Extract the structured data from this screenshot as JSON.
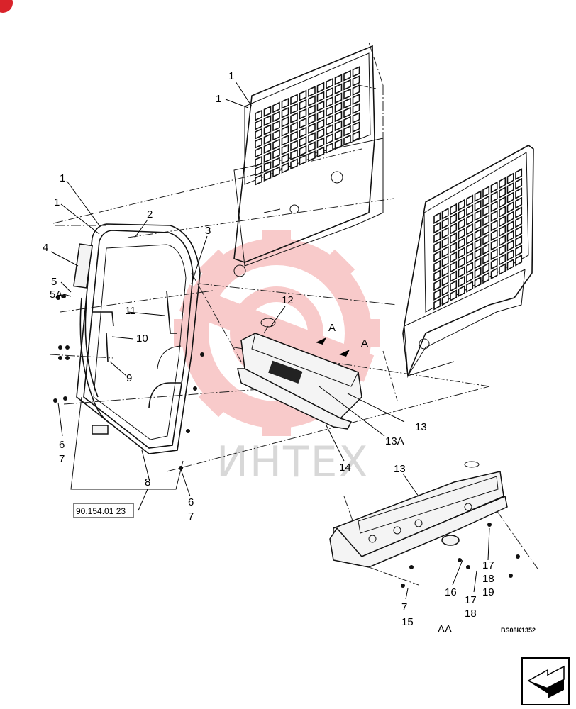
{
  "diagram": {
    "ref_box": "90.154.01 23",
    "drawing_code": "BS08K1352",
    "view_label": "AA",
    "watermark": "ИНТЕХ",
    "callouts": {
      "c1a": "1",
      "c1b": "1",
      "c1c": "1",
      "c1d": "1",
      "c2": "2",
      "c3": "3",
      "c4": "4",
      "c5": "5",
      "c5a": "5A",
      "c6a": "6",
      "c7a": "7",
      "c6b": "6",
      "c7b": "7",
      "c7c": "7",
      "c15": "15",
      "c8": "8",
      "c9": "9",
      "c10": "10",
      "c11": "11",
      "c12": "12",
      "c13a": "13",
      "c13b": "13",
      "c13A": "13A",
      "c14": "14",
      "c16": "16",
      "c17a": "17",
      "c18a": "18",
      "c19": "19",
      "c17b": "17",
      "c18b": "18",
      "cA1": "A",
      "cA2": "A"
    }
  }
}
